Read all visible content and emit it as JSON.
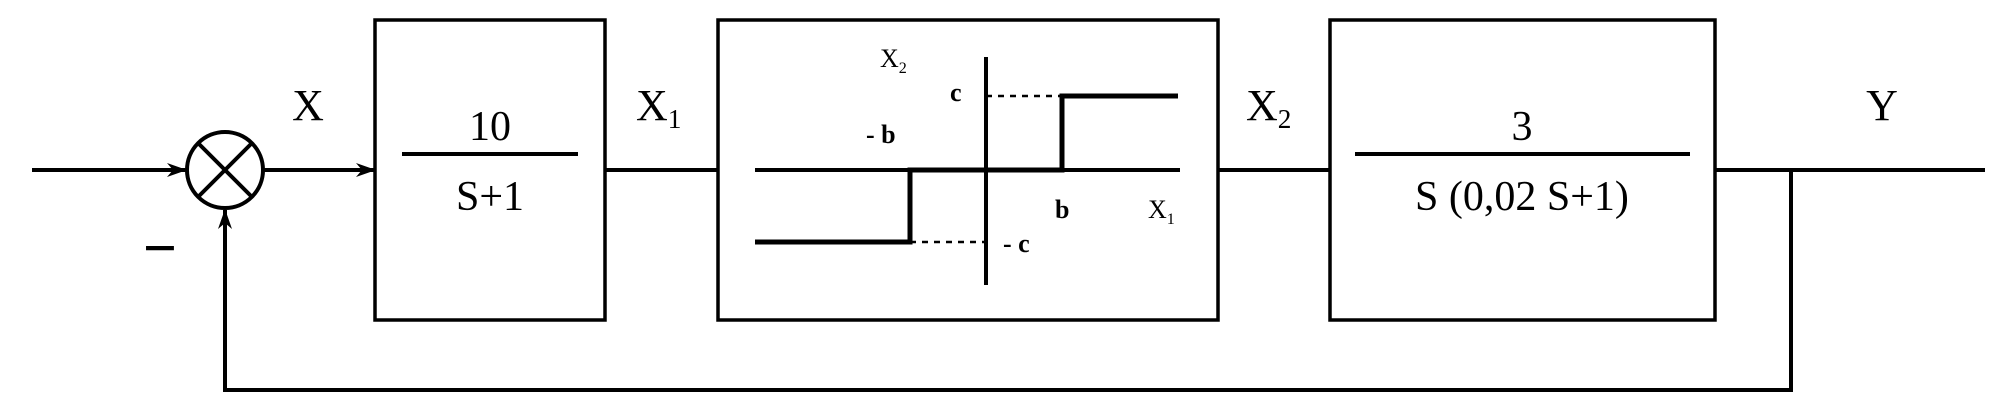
{
  "signals": {
    "x": "X",
    "x1_base": "X",
    "x1_sub": "1",
    "x2_base": "X",
    "x2_sub": "2",
    "y": "Y",
    "minus": "−"
  },
  "block1": {
    "numerator": "10",
    "denominator": "S+1"
  },
  "block2": {
    "y_axis_base": "X",
    "y_axis_sub": "2",
    "x_axis_base": "X",
    "x_axis_sub": "1",
    "c": "c",
    "neg_c": "- c",
    "b": "b",
    "neg_b": "- b"
  },
  "block3": {
    "numerator": "3",
    "denominator": "S (0,02 S+1)"
  }
}
